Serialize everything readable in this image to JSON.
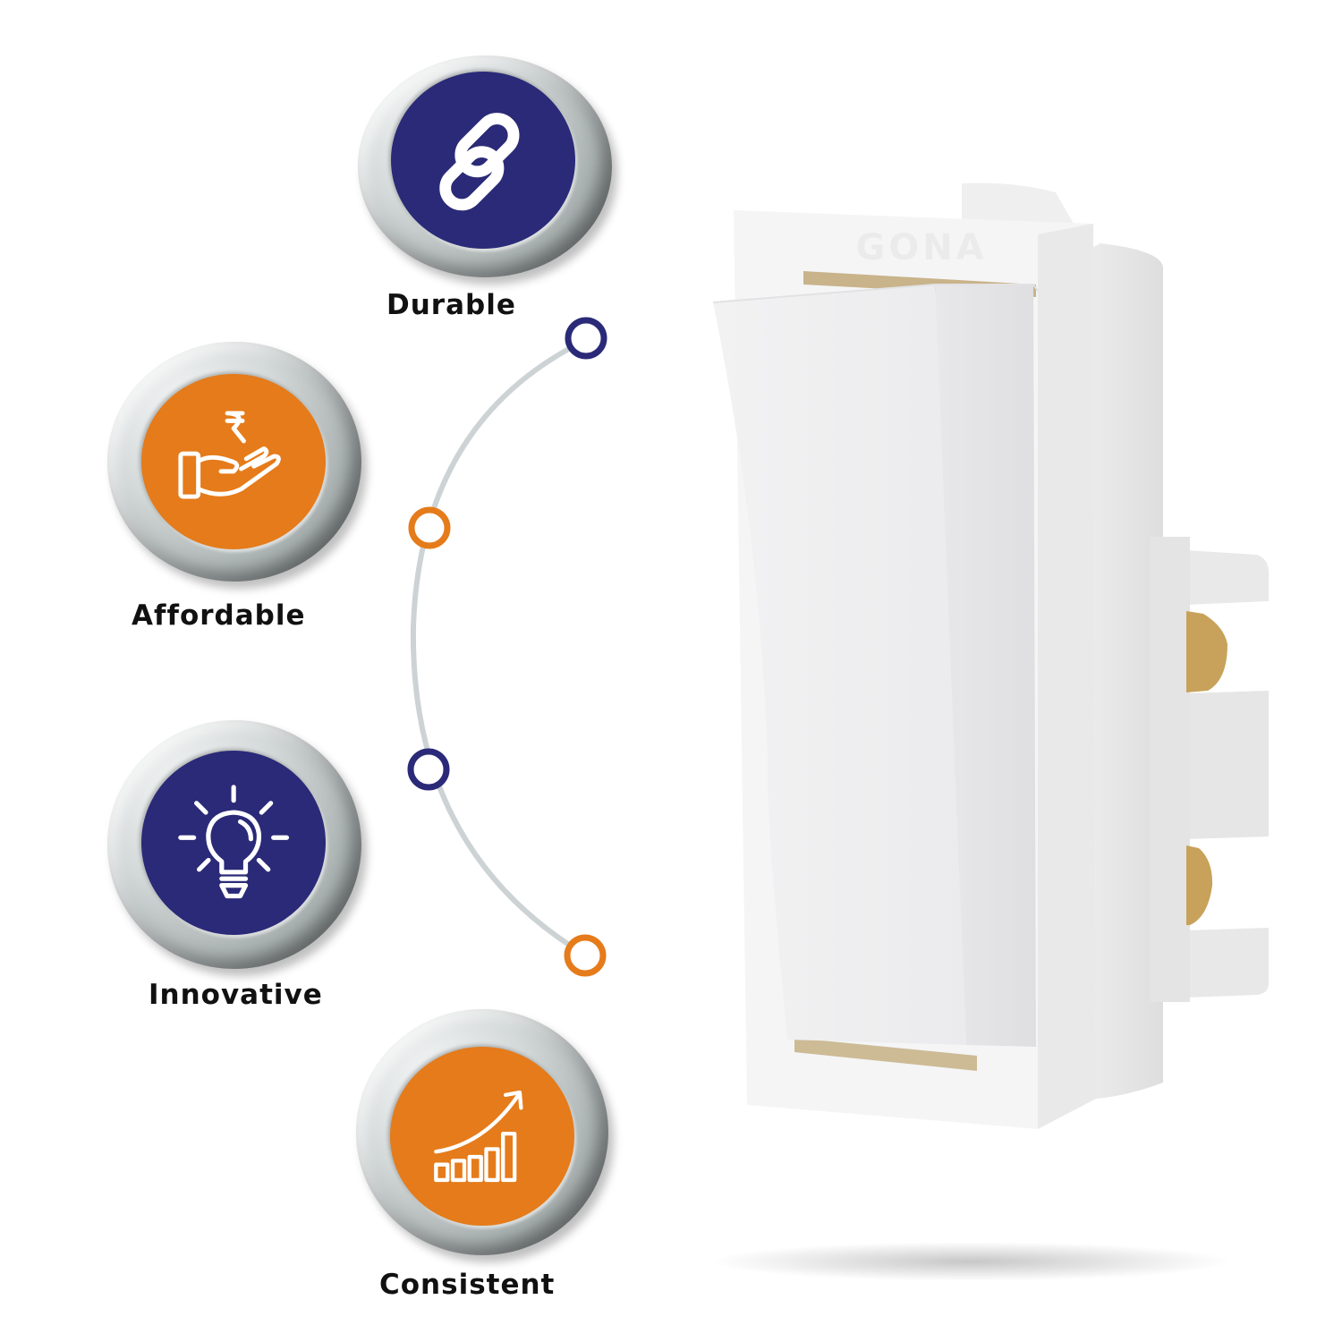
{
  "colors": {
    "navy": "#2a2a78",
    "orange": "#e57b1a",
    "arc": "#cdd3d5",
    "badge_ring": "#b8bebe",
    "text": "#111111",
    "terminal_brass": "#c8a25a"
  },
  "features": [
    {
      "id": "durable",
      "label": "Durable",
      "icon": "chain-link-icon",
      "color": "navy"
    },
    {
      "id": "affordable",
      "label": "Affordable",
      "icon": "hand-rupee-icon",
      "color": "orange"
    },
    {
      "id": "innovative",
      "label": "Innovative",
      "icon": "light-bulb-icon",
      "color": "navy"
    },
    {
      "id": "consistent",
      "label": "Consistent",
      "icon": "growth-chart-icon",
      "color": "orange"
    }
  ],
  "connector": {
    "nodes": [
      {
        "color": "navy"
      },
      {
        "color": "orange"
      },
      {
        "color": "navy"
      },
      {
        "color": "orange"
      }
    ]
  },
  "product": {
    "name": "modular rocker switch",
    "brand_emboss": "GONA",
    "color": "white"
  }
}
